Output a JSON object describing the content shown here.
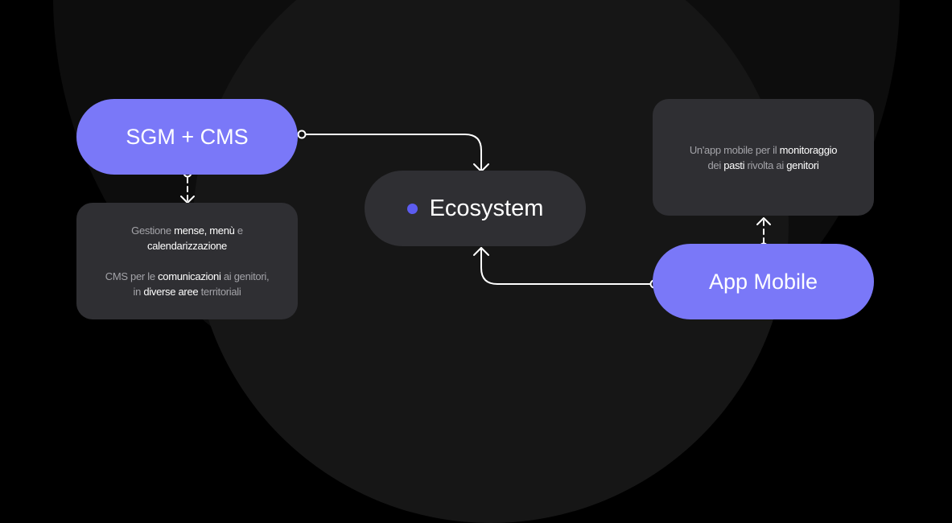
{
  "colors": {
    "background": "#000000",
    "accent_purple": "#7a78f8",
    "node_dark": "#2f2f33",
    "dot_blue": "#5c5cf0",
    "connector": "#ffffff"
  },
  "nodes": {
    "sgm": {
      "label": "SGM + CMS"
    },
    "ecosystem": {
      "label": "Ecosystem"
    },
    "app": {
      "label": "App Mobile"
    }
  },
  "cards": {
    "left": {
      "p1": {
        "a": "Gestione ",
        "b": "mense",
        "c": ", ",
        "d": "menù",
        "e": " e",
        "f": "calendarizzazione"
      },
      "p2": {
        "a": "CMS per le ",
        "b": "comunicazioni",
        "c": " ai genitori,",
        "d": "in ",
        "e": "diverse aree",
        "f": " territoriali"
      }
    },
    "right": {
      "a": "Un'app mobile per il ",
      "b": "monitoraggio",
      "c": "dei ",
      "d": "pasti",
      "e": " rivolta ai ",
      "f": "genitori"
    }
  }
}
